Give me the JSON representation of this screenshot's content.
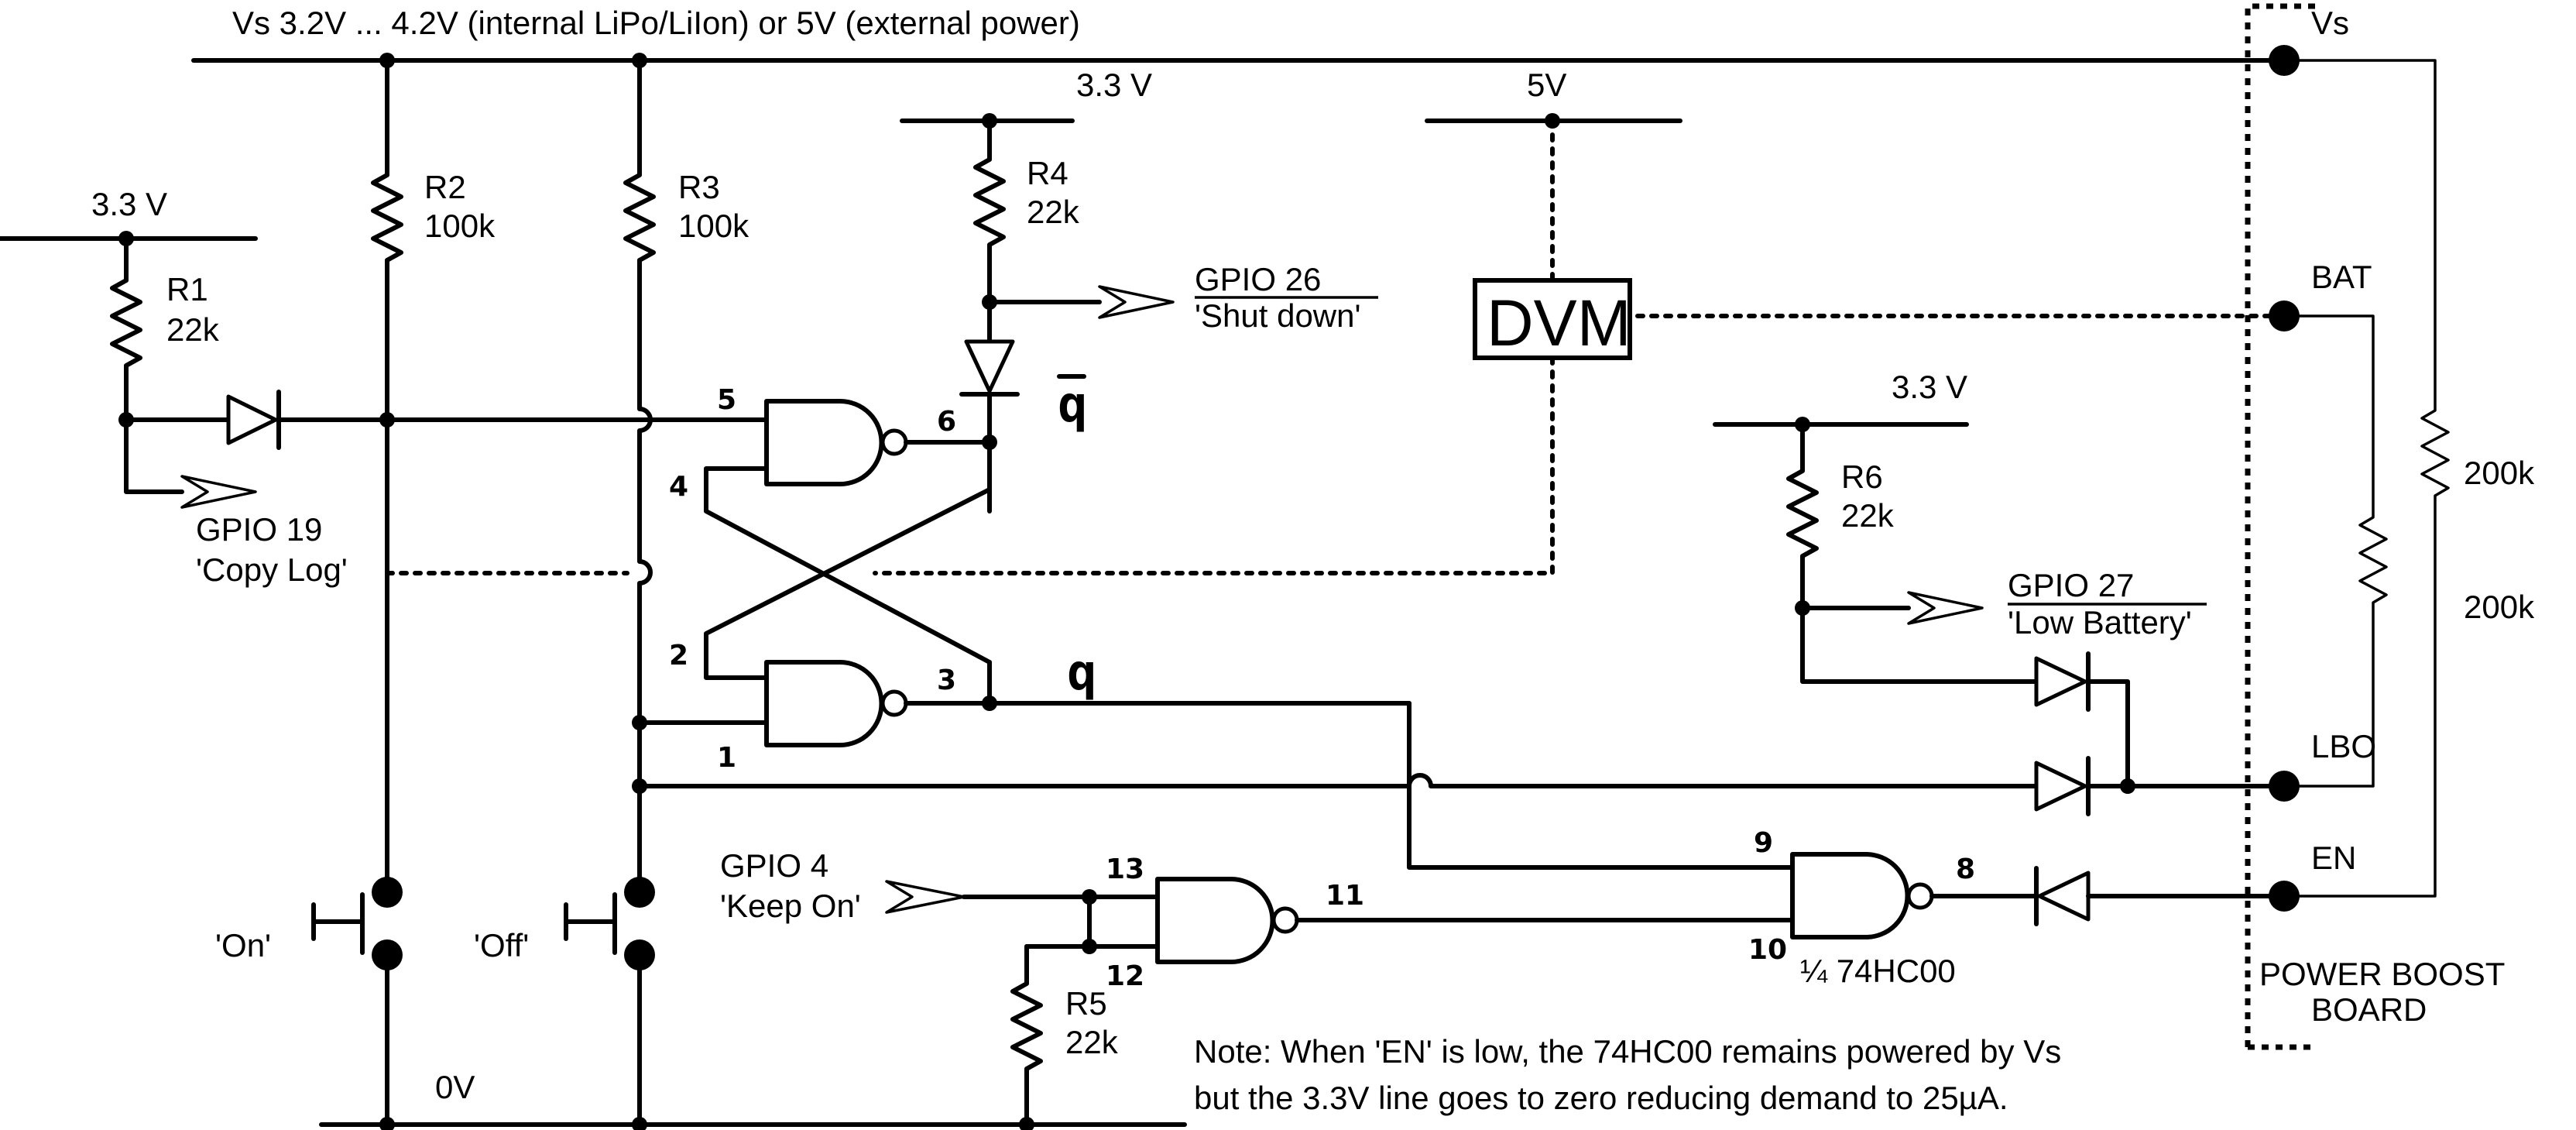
{
  "supply": {
    "label": "Vs  3.2V ... 4.2V (internal LiPo/LiIon) or 5V (external power)",
    "rail_3v3": "3.3 V",
    "rail_5v": "5V",
    "ground": "0V"
  },
  "resistors": {
    "r1": {
      "name": "R1",
      "value": "22k"
    },
    "r2": {
      "name": "R2",
      "value": "100k"
    },
    "r3": {
      "name": "R3",
      "value": "100k"
    },
    "r4": {
      "name": "R4",
      "value": "22k"
    },
    "r5": {
      "name": "R5",
      "value": "22k"
    },
    "r6": {
      "name": "R6",
      "value": "22k"
    },
    "divider_top": "200k",
    "divider_bottom": "200k"
  },
  "signals": {
    "gpio19": {
      "name": "GPIO 19",
      "desc": "'Copy Log'"
    },
    "gpio26": {
      "name": "GPIO 26",
      "desc": "'Shut down'"
    },
    "gpio27": {
      "name": "GPIO 27",
      "desc": "'Low Battery'"
    },
    "gpio4": {
      "name": "GPIO 4",
      "desc": "'Keep On'"
    }
  },
  "switches": {
    "on": "'On'",
    "off": "'Off'"
  },
  "meter": "DVM",
  "flipflop": {
    "q": "q",
    "qbar": "q"
  },
  "pins": {
    "p1": "1",
    "p2": "2",
    "p3": "3",
    "p4": "4",
    "p5": "5",
    "p6": "6",
    "p8": "8",
    "p9": "9",
    "p10": "10",
    "p11": "11",
    "p12": "12",
    "p13": "13"
  },
  "chip": "¼ 74HC00",
  "board": {
    "terminals": {
      "vs": "Vs",
      "bat": "BAT",
      "lbo": "LBO",
      "en": "EN"
    },
    "name_line1": "POWER BOOST",
    "name_line2": "BOARD"
  },
  "note": {
    "line1": "Note: When 'EN' is low, the 74HC00 remains powered by Vs",
    "line2": "but the 3.3V line goes to zero reducing demand to 25µA."
  }
}
